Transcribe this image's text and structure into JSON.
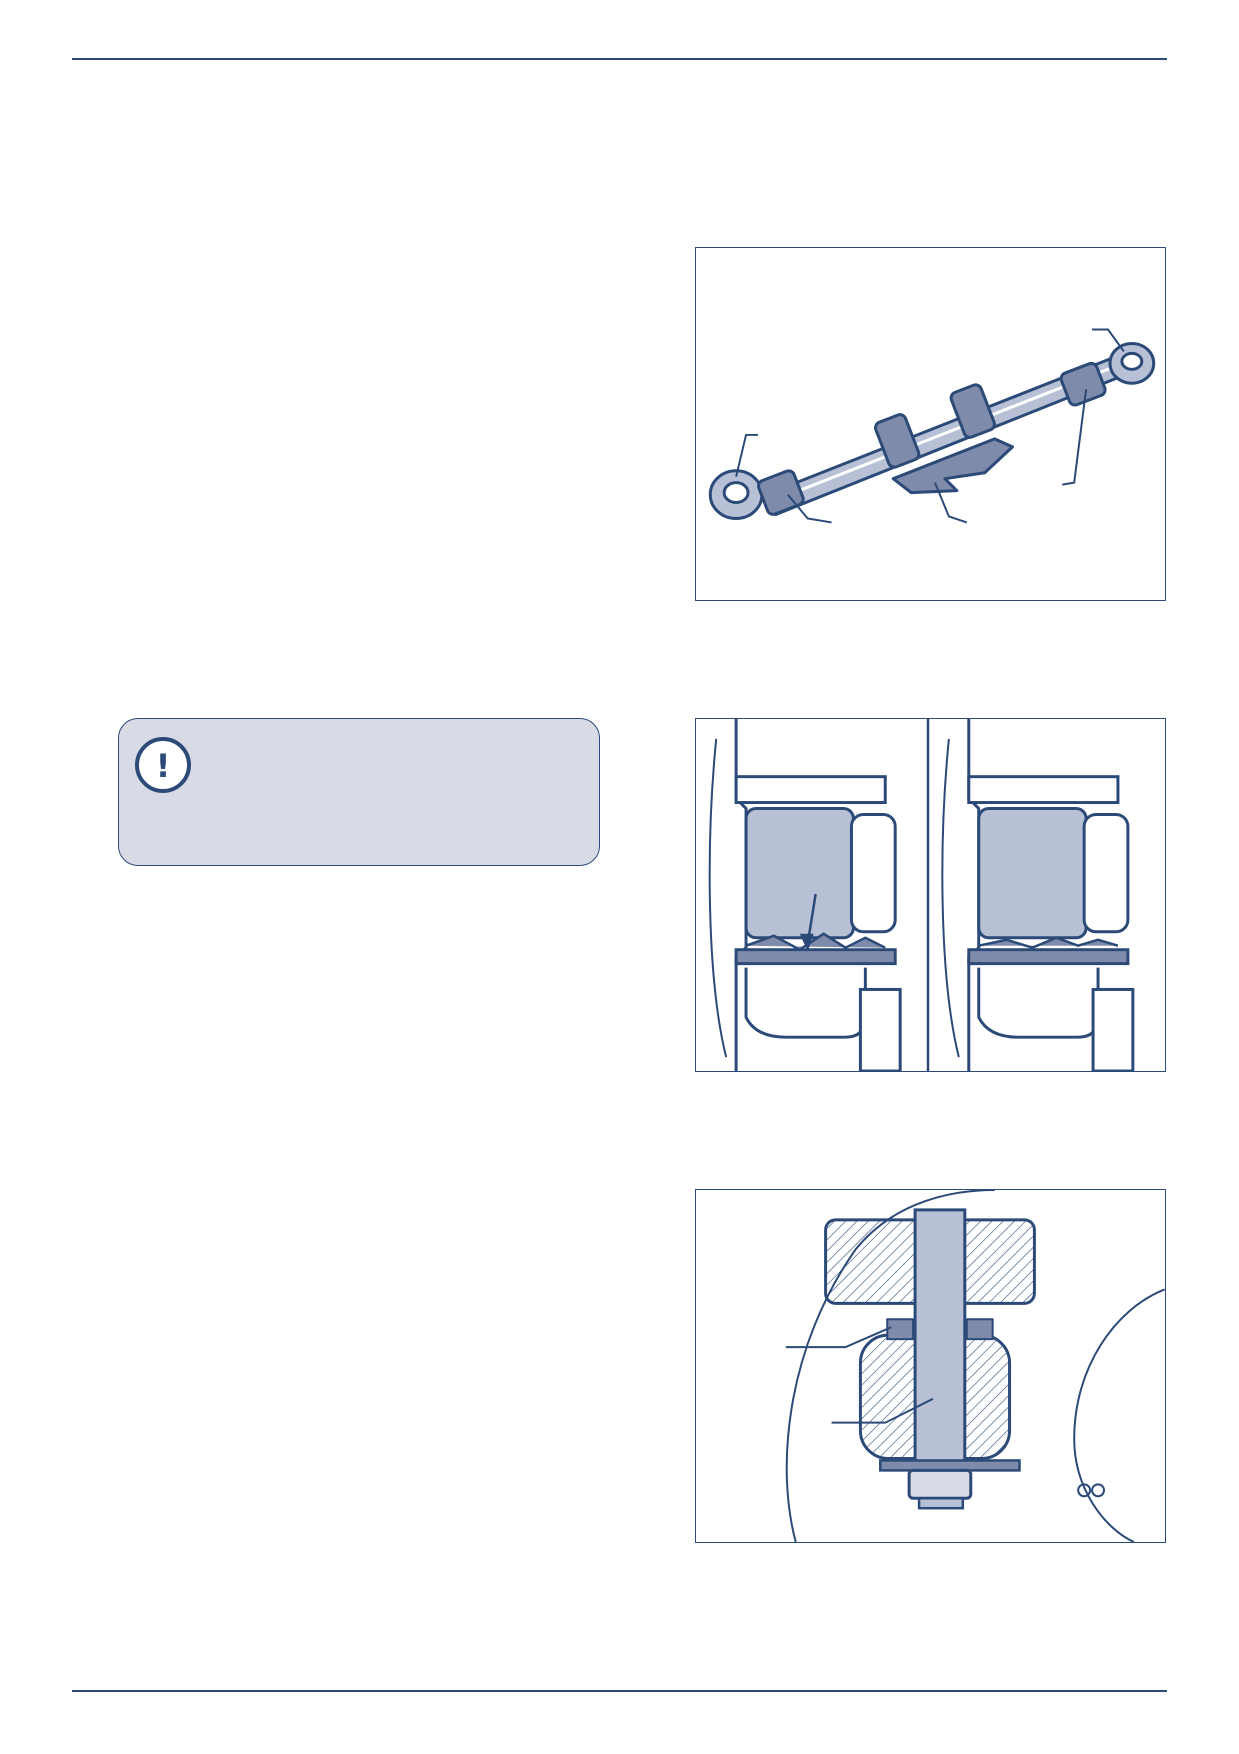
{
  "page": {
    "background": "#ffffff",
    "accent": "#2b4a78",
    "fill_blue": "#b8c0d6",
    "notice_bg": "#d8dbe6"
  },
  "notice": {
    "icon": "exclamation-icon",
    "symbol": "!",
    "text": ""
  },
  "figures": {
    "fig1": {
      "subject": "adjustable-link-rod"
    },
    "fig2": {
      "subject": "bushing-comparison"
    },
    "fig3": {
      "subject": "bolt-cross-section"
    }
  }
}
